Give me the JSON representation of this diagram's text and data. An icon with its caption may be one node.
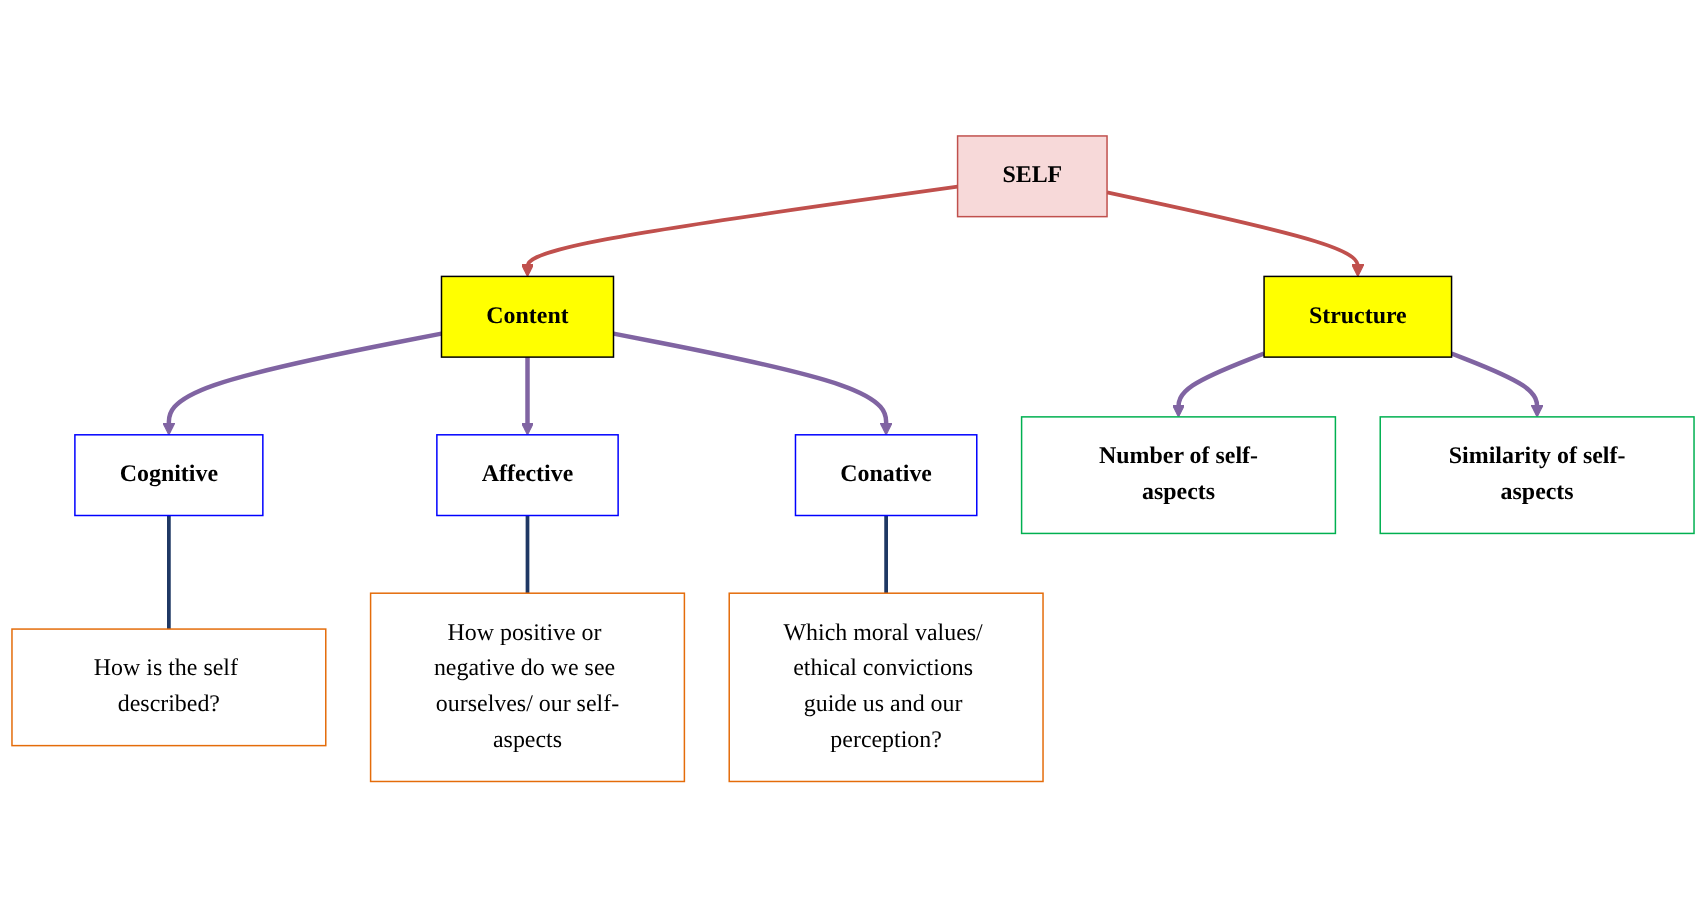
{
  "diagram": {
    "nodes": [
      {
        "text": [
          "SELF"
        ]
      },
      {
        "text": [
          "Content"
        ]
      },
      {
        "text": [
          "Structure"
        ]
      },
      {
        "text": [
          "Cognitive"
        ]
      },
      {
        "text": [
          "Affective"
        ]
      },
      {
        "text": [
          "Conative"
        ]
      },
      {
        "text": [
          "Number of self-aspects"
        ]
      },
      {
        "text": [
          "Similarity of self-aspects"
        ]
      },
      {
        "text": [
          "How is the self described?"
        ]
      },
      {
        "text": [
          "How positive or negative do we see ourselves/ our self-aspects"
        ]
      },
      {
        "text": [
          "Which moral values/ ethical convictions guide us and our perception?"
        ]
      }
    ],
    "edges": [
      {
        "from": 0,
        "to": 1,
        "arrow": "to",
        "color": "#c0504d"
      },
      {
        "from": 0,
        "to": 2,
        "arrow": "to",
        "color": "#c0504d"
      },
      {
        "from": 1,
        "to": 3,
        "arrow": "to"
      },
      {
        "from": 1,
        "to": 4,
        "arrow": "to"
      },
      {
        "from": 1,
        "to": 5,
        "arrow": "to"
      },
      {
        "from": 2,
        "to": 6,
        "arrow": "to"
      },
      {
        "from": 2,
        "to": 7,
        "arrow": "to"
      },
      {
        "from": 3,
        "to": 8,
        "arrow": "none",
        "color": "#1f3864"
      },
      {
        "from": 4,
        "to": 9,
        "arrow": "none",
        "color": "#1f3864"
      },
      {
        "from": 5,
        "to": 10,
        "arrow": "none",
        "color": "#1f3864"
      }
    ]
  }
}
